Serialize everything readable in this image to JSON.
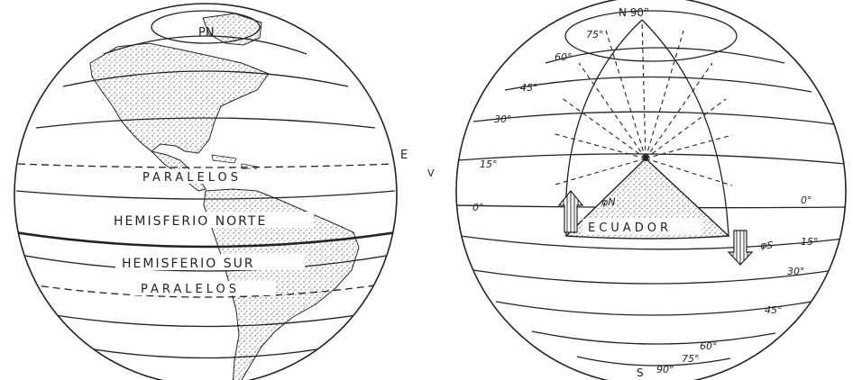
{
  "left_globe": {
    "pole_label": "PN",
    "paralelos_upper": "PARALELOS",
    "hemisferio_norte": "HEMISFERIO NORTE",
    "hemisferio_sur": "HEMISFERIO SUR",
    "paralelos_lower": "PARALELOS"
  },
  "between_globes": {
    "letter_e": "E",
    "letter_v": "V"
  },
  "right_globe": {
    "north_label": "N 90°",
    "south_label": "S",
    "equator_label": "ECUADOR",
    "phi_n": "φN",
    "phi_s": "φS",
    "north_degrees": [
      "75°",
      "60°",
      "45°",
      "30°",
      "15°",
      "0°"
    ],
    "right_degrees": [
      "0°",
      "15°",
      "30°",
      "45°",
      "60°",
      "75°",
      "90°"
    ]
  }
}
